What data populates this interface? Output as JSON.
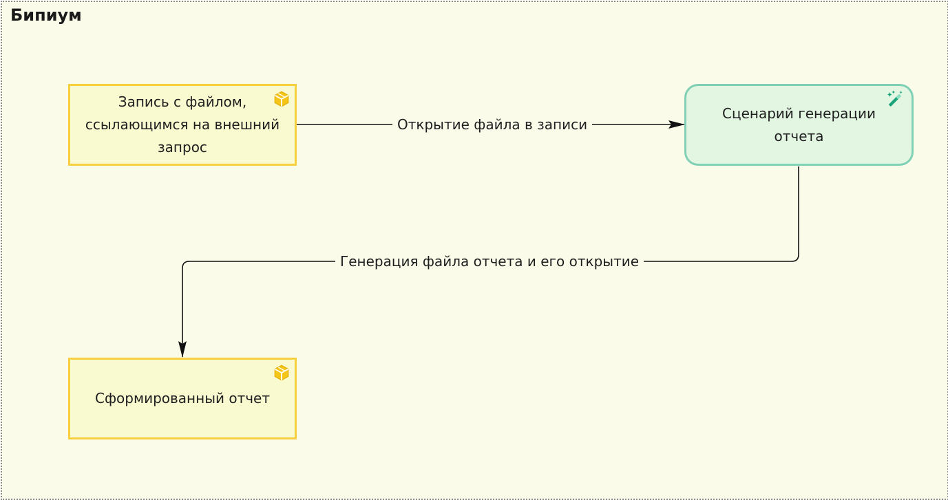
{
  "frame": {
    "title": "Бипиум"
  },
  "nodes": {
    "record_with_file": {
      "label": "Запись с файлом,\nссылающимся на внешний\nзапрос",
      "icon": "cube-icon",
      "kind": "entity"
    },
    "report_scenario": {
      "label": "Сценарий генерации\nотчета",
      "icon": "magic-wand-icon",
      "kind": "scenario"
    },
    "generated_report": {
      "label": "Сформированный отчет",
      "icon": "cube-icon",
      "kind": "entity"
    }
  },
  "edges": {
    "open_file": {
      "label": "Открытие файла в записи",
      "from": "record_with_file",
      "to": "report_scenario"
    },
    "generate_and_open": {
      "label": "Генерация файла отчета и его открытие",
      "from": "report_scenario",
      "to": "generated_report"
    }
  },
  "colors": {
    "frame_background": "#fafce9",
    "frame_border": "#8a8a8a",
    "entity_fill": "#fafad1",
    "entity_border": "#f6d03f",
    "scenario_fill": "#e2f6e2",
    "scenario_border": "#7fd0b5",
    "connector": "#111111",
    "cube_icon": "#f5c518",
    "wand_icon": "#1aa37a"
  }
}
